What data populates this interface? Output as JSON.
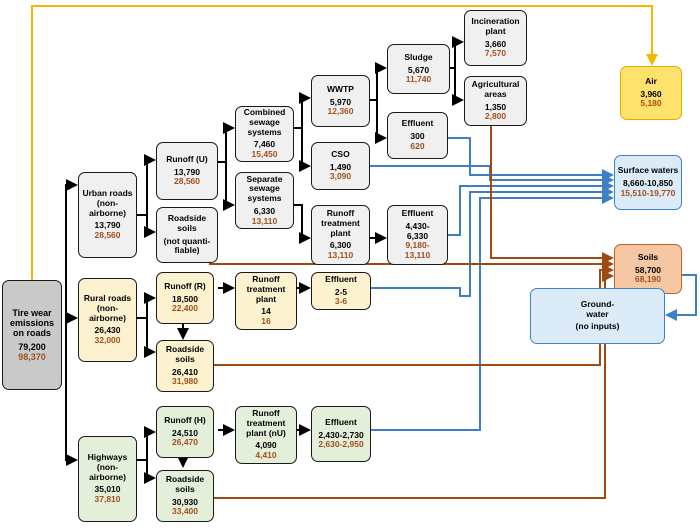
{
  "colors": {
    "air_line": "#f5b800",
    "water_line": "#3d7fc6",
    "soil_line": "#a04a12",
    "flow_line": "#000000",
    "value_b": "#a0501c"
  },
  "nodes": {
    "source": {
      "title": "Tire wear\nemissions\non roads",
      "v1": "79,200",
      "v2": "98,370"
    },
    "urban": {
      "title": "Urban roads\n(non-\nairborne)",
      "v1": "13,790",
      "v2": "28,560"
    },
    "rural": {
      "title": "Rural roads\n(non-\nairborne)",
      "v1": "26,430",
      "v2": "32,000"
    },
    "highways": {
      "title": "Highways\n(non-\nairborne)",
      "v1": "35,010",
      "v2": "37,810"
    },
    "runoff_u": {
      "title": "Runoff (U)",
      "v1": "13,790",
      "v2": "28,560"
    },
    "roadside_u": {
      "title": "Roadside\nsoils",
      "note": "(not quanti-\nfiable)"
    },
    "combined": {
      "title": "Combined\nsewage\nsystems",
      "v1": "7,460",
      "v2": "15,450"
    },
    "separate": {
      "title": "Separate\nsewage\nsystems",
      "v1": "6,330",
      "v2": "13,110"
    },
    "wwtp": {
      "title": "WWTP",
      "v1": "5,970",
      "v2": "12,360"
    },
    "cso": {
      "title": "CSO",
      "v1": "1,490",
      "v2": "3,090"
    },
    "rtp_u": {
      "title": "Runoff\ntreatment\nplant",
      "v1": "6,300",
      "v2": "13,110"
    },
    "sludge": {
      "title": "Sludge",
      "v1": "5,670",
      "v2": "11,740"
    },
    "effluent_wwtp": {
      "title": "Effluent",
      "v1": "300",
      "v2": "620"
    },
    "effluent_u": {
      "title": "Effluent",
      "v1": "4,430-\n6,330",
      "v2": "9,180-\n13,110"
    },
    "incineration": {
      "title": "Incineration\nplant",
      "v1": "3,660",
      "v2": "7,570"
    },
    "agricultural": {
      "title": "Agricultural\nareas",
      "v1": "1,350",
      "v2": "2,800"
    },
    "runoff_r": {
      "title": "Runoff (R)",
      "v1": "18,500",
      "v2": "22,400"
    },
    "rtp_r": {
      "title": "Runoff\ntreatment\nplant",
      "v1": "14",
      "v2": "16"
    },
    "effluent_r": {
      "title": "Effluent",
      "v1": "2-5",
      "v2": "3-6"
    },
    "roadside_r": {
      "title": "Roadside\nsoils",
      "v1": "26,410",
      "v2": "31,980"
    },
    "runoff_h": {
      "title": "Runoff (H)",
      "v1": "24,510",
      "v2": "26,470"
    },
    "rtp_h": {
      "title": "Runoff\ntreatment\nplant (nU)",
      "v1": "4,090",
      "v2": "4,410"
    },
    "effluent_h": {
      "title": "Effluent",
      "v1": "2,430-2,730",
      "v2": "2,630-2,950"
    },
    "roadside_h": {
      "title": "Roadside\nsoils",
      "v1": "30,930",
      "v2": "33,400"
    },
    "air": {
      "title": "Air",
      "v1": "3,960",
      "v2": "5,180"
    },
    "surface": {
      "title": "Surface waters",
      "v1": "8,660-10,850",
      "v2": "15,510-19,770"
    },
    "soils": {
      "title": "Soils",
      "v1": "58,700",
      "v2": "68,190"
    },
    "groundwater": {
      "title": "Ground-\nwater",
      "note": "(no inputs)"
    }
  }
}
